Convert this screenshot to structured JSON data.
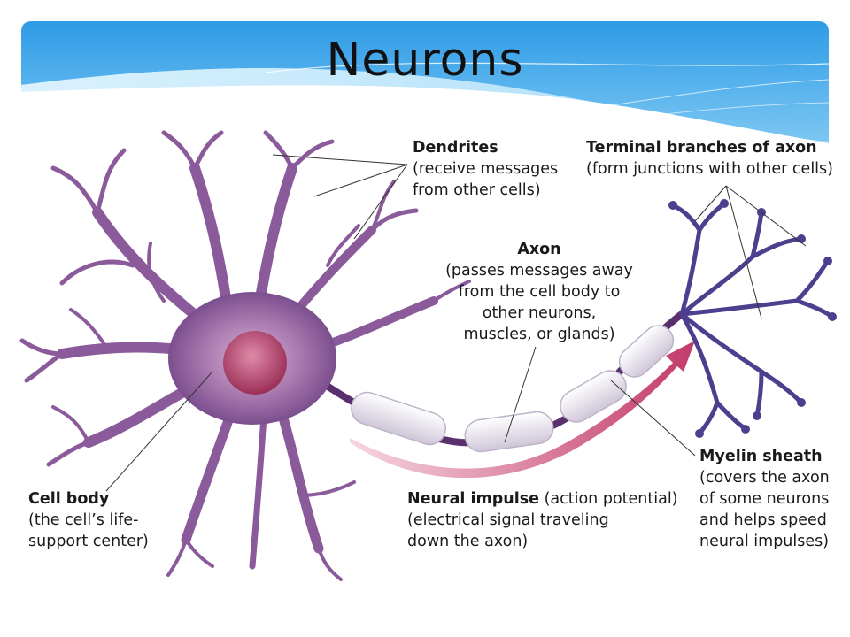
{
  "slide": {
    "title": "Neurons"
  },
  "labels": {
    "dendrites": {
      "title": "Dendrites",
      "lines": [
        "(receive messages",
        "from other cells)"
      ]
    },
    "terminal": {
      "title": "Terminal branches of axon",
      "lines": [
        "(form junctions with other cells)"
      ]
    },
    "axon": {
      "title": "Axon",
      "lines": [
        "(passes messages away",
        "from the cell body to",
        "other neurons,",
        "muscles, or glands)"
      ]
    },
    "myelin": {
      "title": "Myelin sheath",
      "lines": [
        "(covers the axon",
        "of some neurons",
        "and helps speed",
        "neural impulses)"
      ]
    },
    "cellbody": {
      "title": "Cell body",
      "lines": [
        "(the cell’s life-",
        "support center)"
      ]
    },
    "impulse": {
      "title": "Neural impulse",
      "suffix": " (action potential)",
      "lines": [
        "(electrical signal traveling",
        "down the axon)"
      ]
    }
  },
  "colors": {
    "banner_top": "#2e9be6",
    "banner_bottom": "#bfe6fb",
    "neuron": "#8a5a9a",
    "neuron_dark": "#5a2f6e",
    "nucleus": "#b8456f",
    "axon_terminal": "#4d3f8e",
    "myelin": "#e7e2ec",
    "impulse_arrow": "#c23a6a"
  }
}
